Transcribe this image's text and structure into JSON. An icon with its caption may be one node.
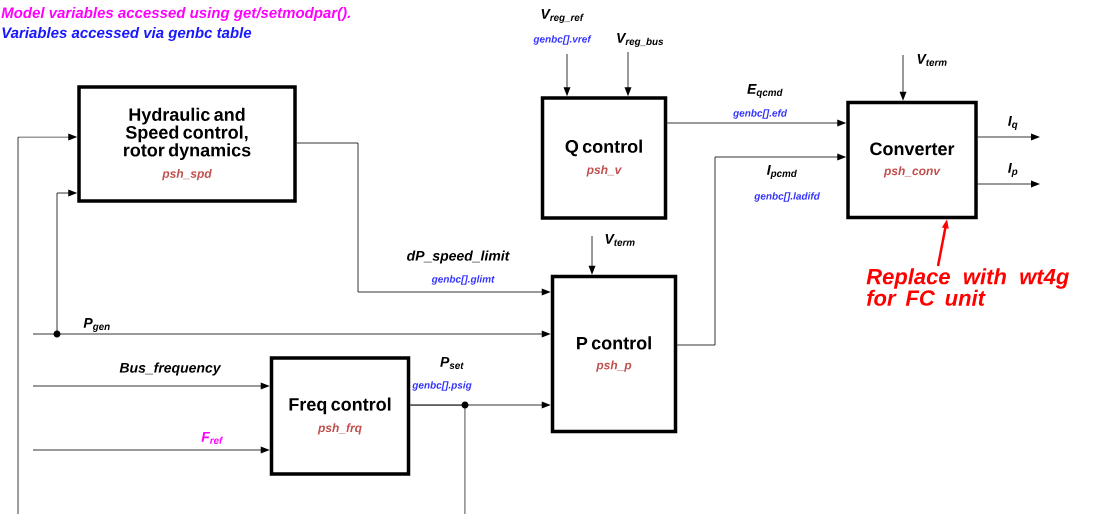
{
  "diagram": {
    "nodes": [
      {
        "text": [
          "Hydraulic and Speed control, rotor dynamics",
          "psh_spd"
        ]
      },
      {
        "text": [
          "Q control",
          "psh_v"
        ]
      },
      {
        "text": [
          "Converter",
          "psh_conv"
        ]
      },
      {
        "text": [
          "P control",
          "psh_p"
        ]
      },
      {
        "text": [
          "Freq control",
          "psh_frq"
        ]
      },
      {
        "text": [
          "Replace with wt4g for FC unit"
        ]
      }
    ],
    "edges": [
      {
        "from": 0,
        "to": 3,
        "arrow": "to",
        "label": "dP_speed_limit"
      },
      {
        "from": 1,
        "to": 2,
        "arrow": "to",
        "label": "E$_{qcmd}$"
      },
      {
        "from": 3,
        "to": 2,
        "arrow": "to",
        "label": "I$_{pcmd}$"
      },
      {
        "from": 4,
        "to": 3,
        "arrow": "to",
        "label": "P$_{set}$"
      },
      {
        "from": 5,
        "to": 2,
        "arrow": "to",
        "style": "thick",
        "color": "#ff0000"
      },
      {
        "from": null,
        "to": 1,
        "arrow": "to",
        "label": "V$_{reg_ref}$"
      },
      {
        "from": null,
        "to": 1,
        "arrow": "to",
        "label": "V$_{reg_bus}$"
      },
      {
        "from": null,
        "to": 2,
        "arrow": "to",
        "label": "V$_{term}$"
      },
      {
        "from": null,
        "to": 3,
        "arrow": "to",
        "label": "V$_{term}$"
      },
      {
        "from": 2,
        "to": null,
        "arrow": "to",
        "label": "I$_{q}$"
      },
      {
        "from": 2,
        "to": null,
        "arrow": "to",
        "label": "I$_{p}$"
      },
      {
        "from": null,
        "to": 3,
        "arrow": "to",
        "label": "P$_{gen}$"
      },
      {
        "from": null,
        "to": 0,
        "arrow": "to"
      },
      {
        "from": null,
        "to": 0,
        "arrow": "to"
      },
      {
        "from": null,
        "to": 4,
        "arrow": "to",
        "label": "Bus_frequency"
      },
      {
        "from": null,
        "to": 4,
        "arrow": "to",
        "label": "F$_{ref}$"
      },
      {
        "from": 4,
        "to": null,
        "arrow": "none"
      }
    ],
    "labels": [
      "Model variables accessed using get/setmodpar().",
      "Variables accessed via genbc table",
      "genbc[].vref",
      "genbc[].efd",
      "genbc[].ladifd",
      "genbc[].glimt",
      "genbc[].psig"
    ]
  }
}
